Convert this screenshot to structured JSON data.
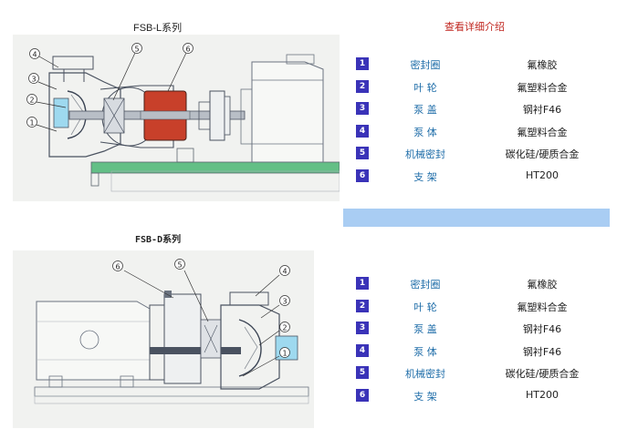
{
  "header": {
    "fsb_l_title": "FSB-L系列",
    "details_link": "查看详细介绍",
    "fsb_d_title": "FSB-D系列"
  },
  "callouts_l": [
    "4",
    "3",
    "2",
    "1",
    "5",
    "6"
  ],
  "callouts_d": [
    "6",
    "5",
    "4",
    "3",
    "2",
    "1"
  ],
  "parts_l": [
    {
      "num": "1",
      "name": "密封圈",
      "material": "氟橡胶"
    },
    {
      "num": "2",
      "name": "叶  轮",
      "material": "氟塑料合金"
    },
    {
      "num": "3",
      "name": "泵  盖",
      "material": "钢衬F46"
    },
    {
      "num": "4",
      "name": "泵  体",
      "material": "氟塑料合金"
    },
    {
      "num": "5",
      "name": "机械密封",
      "material": "碳化硅/硬质合金"
    },
    {
      "num": "6",
      "name": "支  架",
      "material": "HT200"
    }
  ],
  "parts_d": [
    {
      "num": "1",
      "name": "密封圈",
      "material": "氟橡胶"
    },
    {
      "num": "2",
      "name": "叶  轮",
      "material": "氟塑料合金"
    },
    {
      "num": "3",
      "name": "泵  盖",
      "material": "钢衬F46"
    },
    {
      "num": "4",
      "name": "泵  体",
      "material": "钢衬F46"
    },
    {
      "num": "5",
      "name": "机械密封",
      "material": "碳化硅/硬质合金"
    },
    {
      "num": "6",
      "name": "支  架",
      "material": "HT200"
    }
  ],
  "colors": {
    "badge": "#3a33b8",
    "part_name": "#1d6ca8",
    "link": "#c0261f",
    "divider": "#a9cdf3",
    "base_green": "#63bf86",
    "motor_red": "#c8402a"
  }
}
